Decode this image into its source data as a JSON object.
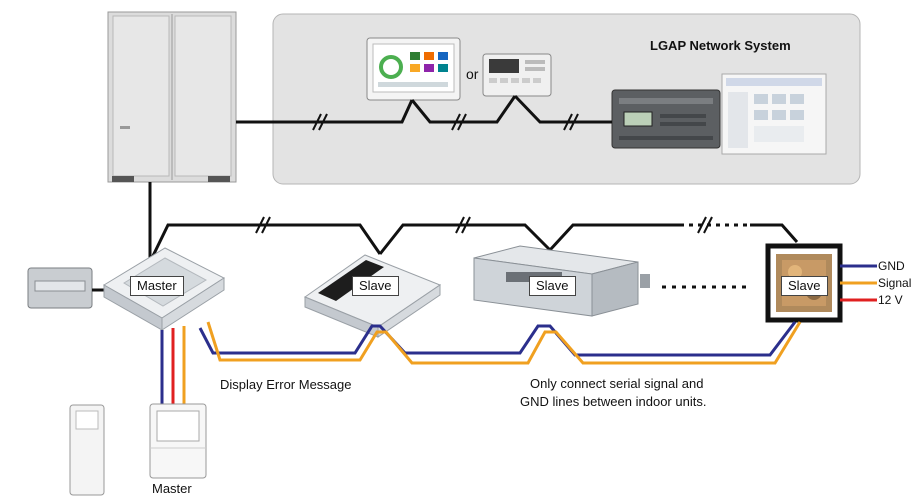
{
  "panel": {
    "title": "LGAP Network System",
    "or_label": "or"
  },
  "units": {
    "master_label": "Master",
    "slave1_label": "Slave",
    "slave2_label": "Slave",
    "slave3_label": "Slave",
    "remote_master_label": "Master"
  },
  "annotations": {
    "display_error": "Display Error Message",
    "serial_note_line1": "Only connect serial signal and",
    "serial_note_line2": "GND lines between indoor units."
  },
  "wiring_legend": {
    "gnd": "GND",
    "signal": "Signal",
    "power": "12 V"
  },
  "colors": {
    "gnd_wire": "#2b2f8c",
    "signal_wire": "#f0a020",
    "power_wire": "#e02020",
    "network_line": "#111111",
    "panel_bg": "#e3e3e3"
  }
}
